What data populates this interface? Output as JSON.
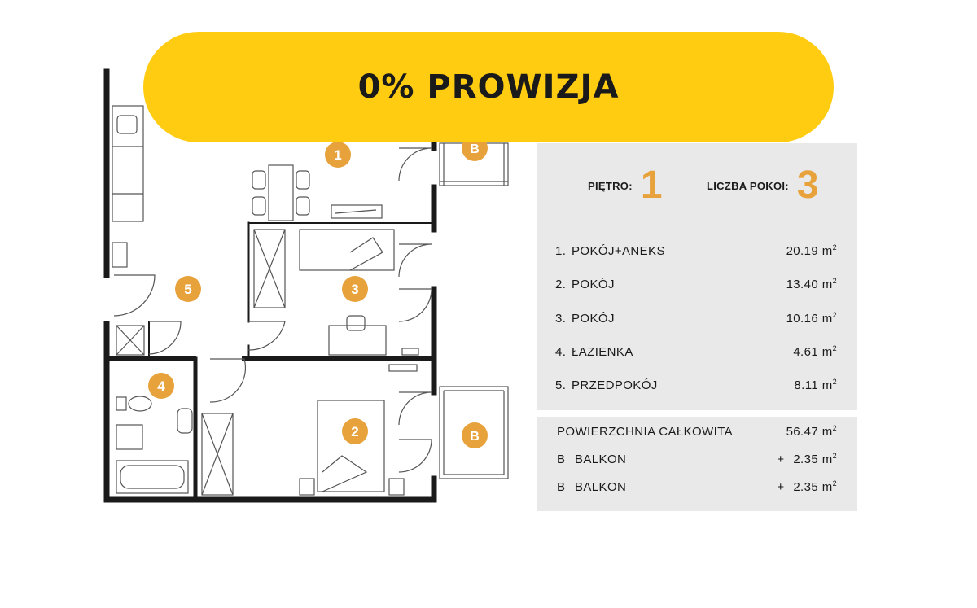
{
  "banner": {
    "text": "0% PROWIZJA"
  },
  "summary": {
    "floor_label": "PIĘTRO:",
    "floor_value": "1",
    "rooms_label": "LICZBA POKOI:",
    "rooms_value": "3"
  },
  "rooms": [
    {
      "num": "1.",
      "name": "POKÓJ+ANEKS",
      "area": "20.19",
      "unit": "m",
      "exp": "2"
    },
    {
      "num": "2.",
      "name": "POKÓJ",
      "area": "13.40",
      "unit": "m",
      "exp": "2"
    },
    {
      "num": "3.",
      "name": "POKÓJ",
      "area": "10.16",
      "unit": "m",
      "exp": "2"
    },
    {
      "num": "4.",
      "name": "ŁAZIENKA",
      "area": "4.61",
      "unit": "m",
      "exp": "2"
    },
    {
      "num": "5.",
      "name": "PRZEDPOKÓJ",
      "area": "8.11",
      "unit": "m",
      "exp": "2"
    }
  ],
  "totals": {
    "total_label": "POWIERZCHNIA CAŁKOWITA",
    "total_area": "56.47",
    "balconies": [
      {
        "letter": "B",
        "name": "BALKON",
        "sign": "+",
        "area": "2.35"
      },
      {
        "letter": "B",
        "name": "BALKON",
        "sign": "+",
        "area": "2.35"
      }
    ],
    "unit": "m",
    "exp": "2"
  },
  "plan": {
    "room_markers": [
      "1",
      "2",
      "3",
      "4",
      "5"
    ],
    "balcony_markers": [
      "B",
      "B"
    ]
  },
  "colors": {
    "accent": "#e8a23c",
    "banner": "#ffcc12",
    "panel": "#e9e9e9",
    "wall": "#1a1a1a"
  }
}
